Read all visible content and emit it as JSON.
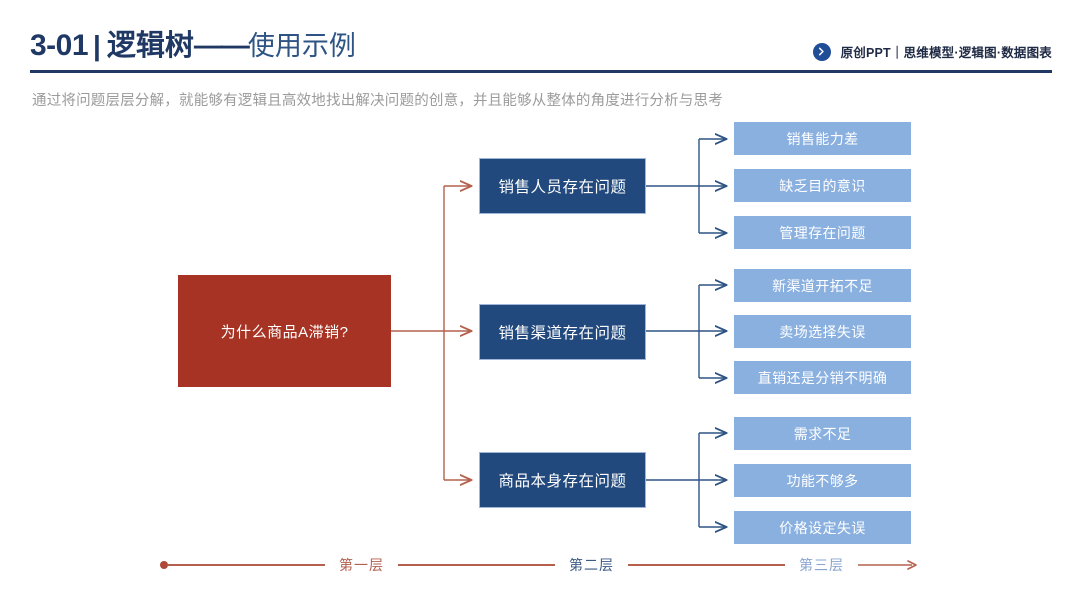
{
  "header": {
    "title_number": "3-01",
    "title_separator": "|",
    "title_main": "逻辑树",
    "title_dash": "——",
    "title_sub": "使用示例",
    "right_text": "原创PPT｜思维模型·逻辑图·数据图表",
    "right_icon": "circle-arrow-right-icon",
    "subtitle": "通过将问题层层分解，就能够有逻辑且高效地找出解决问题的创意，并且能够从整体的角度进行分析与思考"
  },
  "colors": {
    "title_navy": "#1F3864",
    "root_red": "#A63323",
    "level2_navy": "#22497D",
    "level3_blue": "#8AB0E0",
    "connector_red": "#B4604D",
    "connector_navy": "#2E5484",
    "subtitle_gray": "#9b9b9b"
  },
  "tree": {
    "root": {
      "label": "为什么商品A滞销?"
    },
    "branches": [
      {
        "label": "销售人员存在问题",
        "children": [
          {
            "label": "销售能力差"
          },
          {
            "label": "缺乏目的意识"
          },
          {
            "label": "管理存在问题"
          }
        ]
      },
      {
        "label": "销售渠道存在问题",
        "children": [
          {
            "label": "新渠道开拓不足"
          },
          {
            "label": "卖场选择失误"
          },
          {
            "label": "直销还是分销不明确"
          }
        ]
      },
      {
        "label": "商品本身存在问题",
        "children": [
          {
            "label": "需求不足"
          },
          {
            "label": "功能不够多"
          },
          {
            "label": "价格设定失误"
          }
        ]
      }
    ]
  },
  "legend": {
    "level1": "第一层",
    "level2": "第二层",
    "level3": "第三层"
  }
}
